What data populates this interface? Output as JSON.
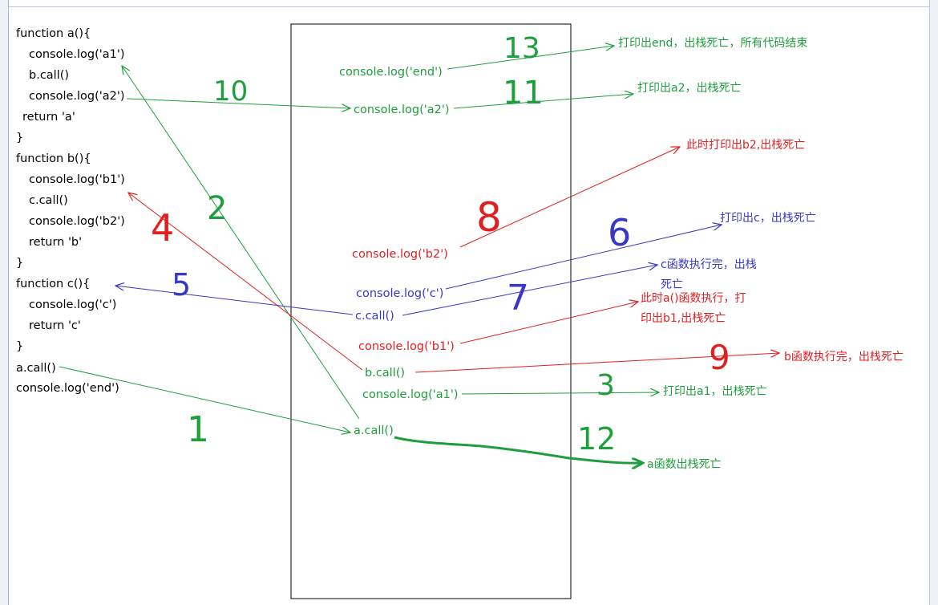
{
  "code_lines": [
    "function a(){",
    "console.log('a1')",
    "b.call()",
    "console.log('a2')",
    "return 'a'",
    "}",
    "function b(){",
    "console.log('b1')",
    "c.call()",
    "console.log('b2')",
    "return 'b'",
    "}",
    "function c(){",
    "console.log('c')",
    "return 'c'",
    "}",
    "a.call()",
    "console.log('end')"
  ],
  "stack_items": [
    "console.log('end')",
    "console.log('a2')",
    "console.log('b2')",
    "console.log('c')",
    "c.call()",
    "console.log('b1')",
    "b.call()",
    "console.log('a1')",
    "a.call()"
  ],
  "notes": {
    "end": "打印出end，出栈死亡，所有代码结束",
    "a2": "打印出a2，出栈死亡",
    "b2": "此时打印出b2,出栈死亡",
    "c": "打印出c，出栈死亡",
    "c_done_1": "c函数执行完，出栈",
    "c_done_2": "死亡",
    "a_exec_1": "此时a()函数执行，打",
    "a_exec_2": "印出b1,出栈死亡",
    "b_done": "b函数执行完，出栈死亡",
    "a1": "打印出a1，出栈死亡",
    "a_done": "a函数出栈死亡"
  },
  "step_numbers": [
    "1",
    "2",
    "3",
    "4",
    "5",
    "6",
    "7",
    "8",
    "9",
    "10",
    "11",
    "12",
    "13"
  ],
  "colors": {
    "green": "#1e9e3c",
    "red": "#e02020",
    "blue": "#3838c4",
    "box": "#000000"
  }
}
